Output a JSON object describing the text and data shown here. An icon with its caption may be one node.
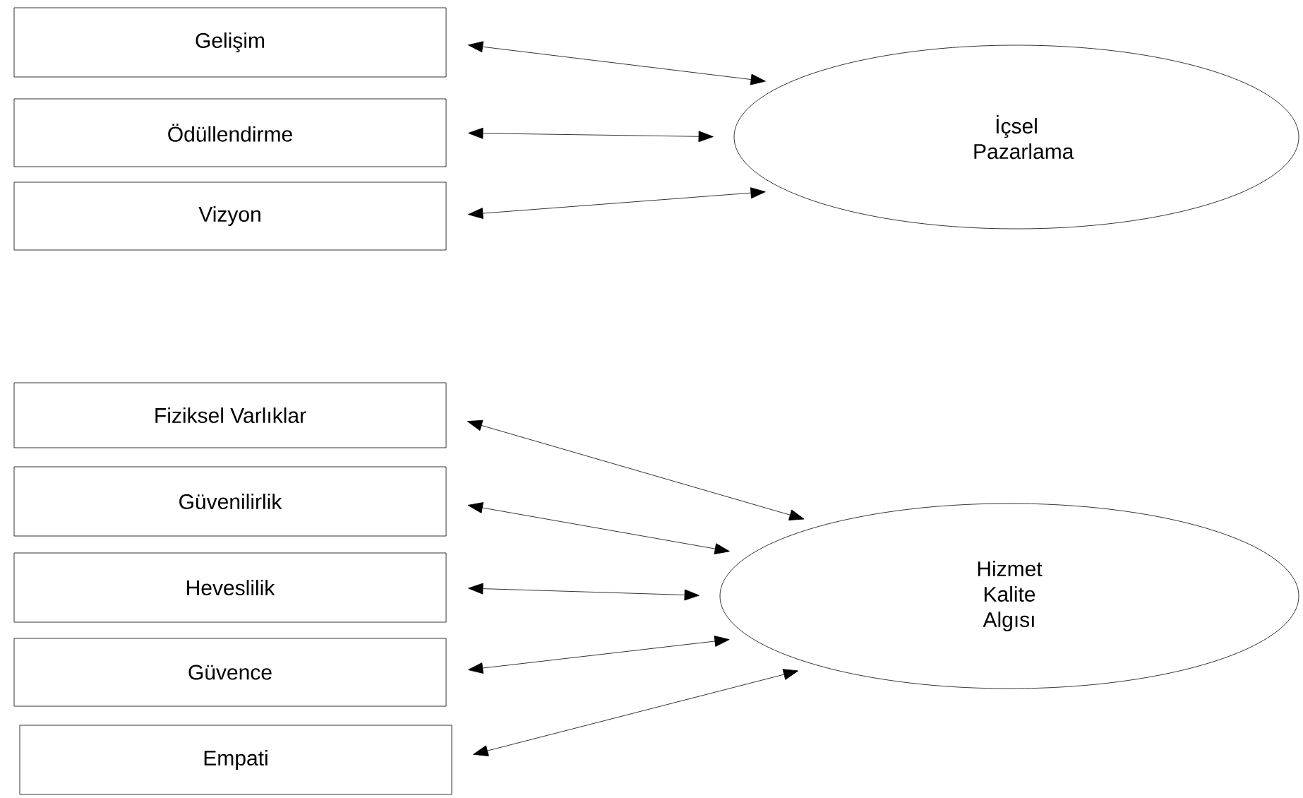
{
  "diagram": {
    "nodes": [
      {
        "text": [
          "Gelişim"
        ]
      },
      {
        "text": [
          "Ödüllendirme"
        ]
      },
      {
        "text": [
          "Vizyon"
        ]
      },
      {
        "text": [
          "İçsel Pazarlama"
        ]
      },
      {
        "text": [
          "Fiziksel Varlıklar"
        ]
      },
      {
        "text": [
          "Güvenilirlik"
        ]
      },
      {
        "text": [
          "Heveslilik"
        ]
      },
      {
        "text": [
          "Güvence"
        ]
      },
      {
        "text": [
          "Empati"
        ]
      },
      {
        "text": [
          "Hizmet Kalite Algısı"
        ]
      }
    ],
    "edges": [
      {
        "from": 0,
        "to": 3,
        "arrow": "both"
      },
      {
        "from": 1,
        "to": 3,
        "arrow": "both"
      },
      {
        "from": 2,
        "to": 3,
        "arrow": "both"
      },
      {
        "from": 4,
        "to": 9,
        "arrow": "both"
      },
      {
        "from": 5,
        "to": 9,
        "arrow": "both"
      },
      {
        "from": 6,
        "to": 9,
        "arrow": "both"
      },
      {
        "from": 7,
        "to": 9,
        "arrow": "both"
      },
      {
        "from": 8,
        "to": 9,
        "arrow": "both"
      }
    ]
  }
}
